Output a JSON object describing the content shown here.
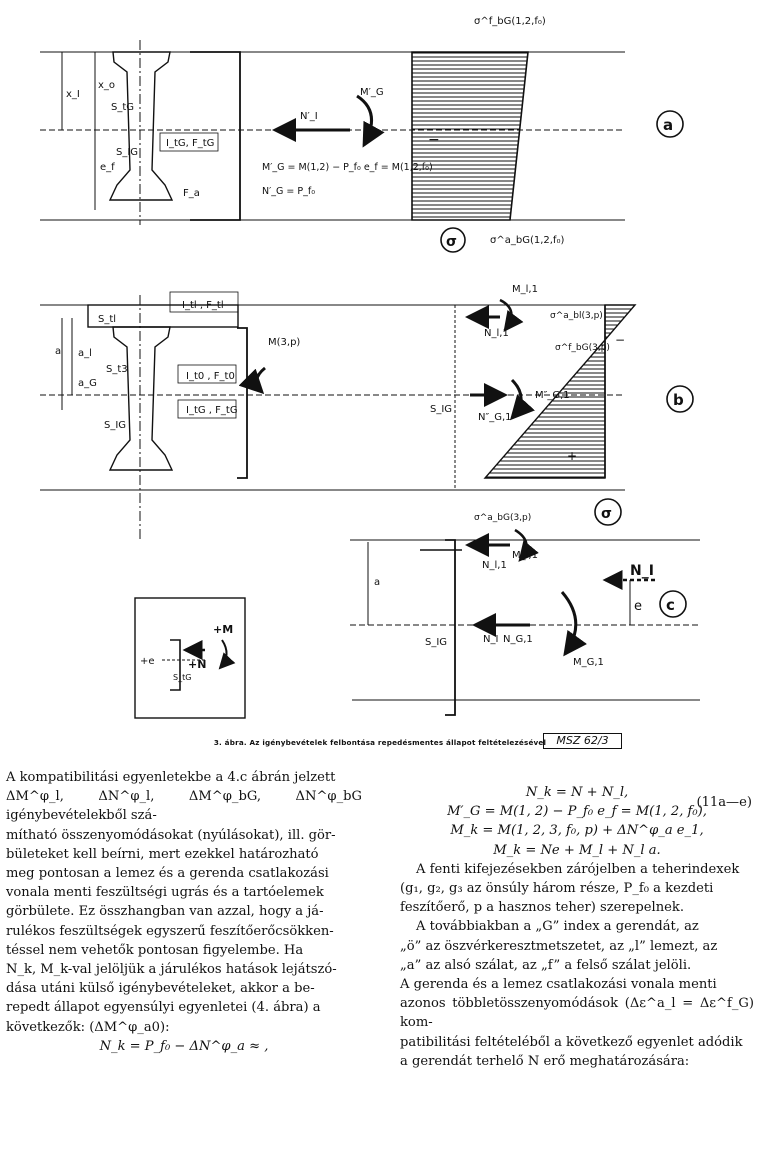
{
  "figure": {
    "code": "MSZ 62/3",
    "caption": "3. ábra. Az igénybevételek felbontása repedésmentes állapot feltételezésével",
    "panel_labels": {
      "a": "a",
      "b": "b",
      "c": "c"
    },
    "sigma": "σ",
    "labels_a": {
      "top_stress": "σ^f_bG(1,2,f₀)",
      "bottom_stress": "σ^a_bG(1,2,f₀)",
      "x_I": "x_I",
      "x_o": "x_o",
      "S_tG": "S_tG",
      "S_IG": "S_IG",
      "e_f": "e_f",
      "I_tG_F_tG": "I_tG, F_tG",
      "F_a": "F_a",
      "N_I": "N′_I",
      "M_G_prime": "M′_G",
      "eq1": "M′_G = M(1,2) − P_f₀ e_f = M(1,2,f₀)",
      "eq2": "N′_G = P_f₀",
      "minus": "−"
    },
    "labels_b": {
      "S_tl": "S_tl",
      "I_tl_F_tl": "I_tl , F_tl",
      "a": "a",
      "a_l": "a_l",
      "a_G": "a_G",
      "S_t3": "S_t3",
      "I_t0_F_t0": "I_t0 , F_t0",
      "I_tG_F_tG": "I_tG , F_tG",
      "S_IG": "S_IG",
      "M3p": "M(3,p)",
      "M_l1": "M_l,1",
      "N_l1": "N_l,1",
      "N_G1": "N″_G,1",
      "M_G1": "M″_G,1",
      "sigma_top": "σ^a_bl(3,p)",
      "sigma_top2": "σ^f_bG(3,p)",
      "sigma_bottom": "σ^a_bG(3,p)",
      "minus": "−",
      "plus": "+"
    },
    "labels_c": {
      "a": "a",
      "S_IG": "S_IG",
      "N_l1": "N_l,1",
      "M_l1": "M_l,1",
      "N_I": "N_I",
      "N_G1": "N_G,1",
      "M_G1": "M_G,1",
      "N_I_big": "N_I",
      "e": "e"
    },
    "labels_inset": {
      "M": "+M",
      "N": "+N",
      "e": "+e",
      "S": "S_tG"
    }
  },
  "left_column": {
    "lines": [
      "A kompatibilitási egyenletekbe a 4.c ábrán jelzett",
      "ΔM^φ_l, ΔN^φ_l, ΔM^φ_bG, ΔN^φ_bG igénybevételekből szá-",
      "mítható összenyomódásokat (nyúlásokat), ill. gör-",
      "bületeket kell beírni, mert ezekkel határozható",
      "meg pontosan a lemez és a gerenda csatlakozási",
      "vonala menti feszültségi ugrás és a tartóelemek",
      "görbülete. Ez összhangban van azzal, hogy a já-",
      "rulékos feszültségek egyszerű feszítőerőcsökken-",
      "téssel nem vehetők pontosan figyelembe. Ha",
      "N_k, M_k-val jelöljük a járulékos hatások lejátszó-",
      "dása utáni külső igénybevételeket, akkor a be-",
      "repedt állapot egyensúlyi egyenletei (4. ábra) a",
      "következők: (ΔM^φ_a0):"
    ],
    "equation": "N_k = P_f₀ − ΔN^φ_a ≈ ,"
  },
  "right_column": {
    "equations": [
      "N_k = N + N_l,",
      "M′_G = M(1, 2) − P_f₀ e_f = M(1, 2, f₀),",
      "M_k = M(1, 2, 3, f₀, p) + ΔN^φ_a e_1,",
      "M_k = Ne + M_l + N_l a."
    ],
    "eq_number": "(11a—e)",
    "paragraph1": [
      "A fenti kifejezésekben zárójelben a teherindexek",
      "(g₁, g₂, g₃ az önsúly három része, P_f₀ a kezdeti",
      "feszítőerő, p a hasznos teher) szerepelnek."
    ],
    "paragraph2": [
      "A továbbiakban a „G” index a gerendát, az",
      "„ö” az öszvérkeresztmetszetet, az „l” lemezt, az",
      "„a” az alsó szálat, az „f” a felső szálat jelöli.",
      "A gerenda és a lemez csatlakozási vonala menti",
      "azonos többletösszenyomódások (Δε^a_l = Δε^f_G) kom-",
      "patibilitási feltételéből a következő egyenlet adódik",
      "a gerendát terhelő N erő meghatározására:"
    ]
  }
}
